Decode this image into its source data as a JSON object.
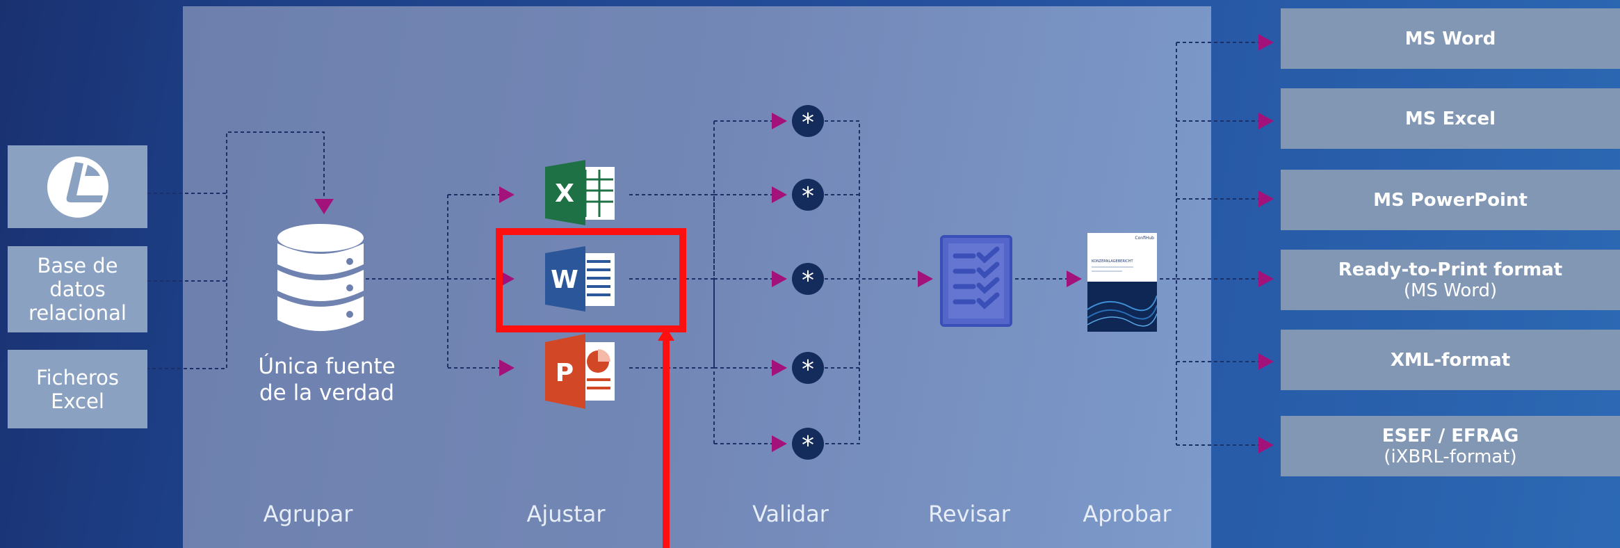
{
  "sources": {
    "logo": "logo",
    "database": "Base de datos relacional",
    "excel_files": "Ficheros Excel"
  },
  "hub": {
    "label_line1": "Única fuente",
    "label_line2": "de la verdad"
  },
  "stages": {
    "group": "Agrupar",
    "adjust": "Ajustar",
    "validate": "Validar",
    "review": "Revisar",
    "approve": "Aprobar"
  },
  "document_cover": {
    "title": "KONZERNLAGEBERICHT",
    "brand": "ConfiHub"
  },
  "outputs": [
    {
      "main": "MS Word",
      "sub": ""
    },
    {
      "main": "MS Excel",
      "sub": ""
    },
    {
      "main": "MS PowerPoint",
      "sub": ""
    },
    {
      "main": "Ready-to-Print format",
      "sub": "(MS Word)"
    },
    {
      "main": "XML-format",
      "sub": ""
    },
    {
      "main": "ESEF / EFRAG",
      "sub": "(iXBRL-format)"
    }
  ],
  "icons": {
    "excel": "X",
    "word": "W",
    "powerpoint": "P",
    "validation": "asterisk-icon"
  },
  "colors": {
    "arrow": "#a3127a",
    "line": "#1c2f66",
    "highlight": "#ff1010",
    "node": "#142c5c"
  }
}
